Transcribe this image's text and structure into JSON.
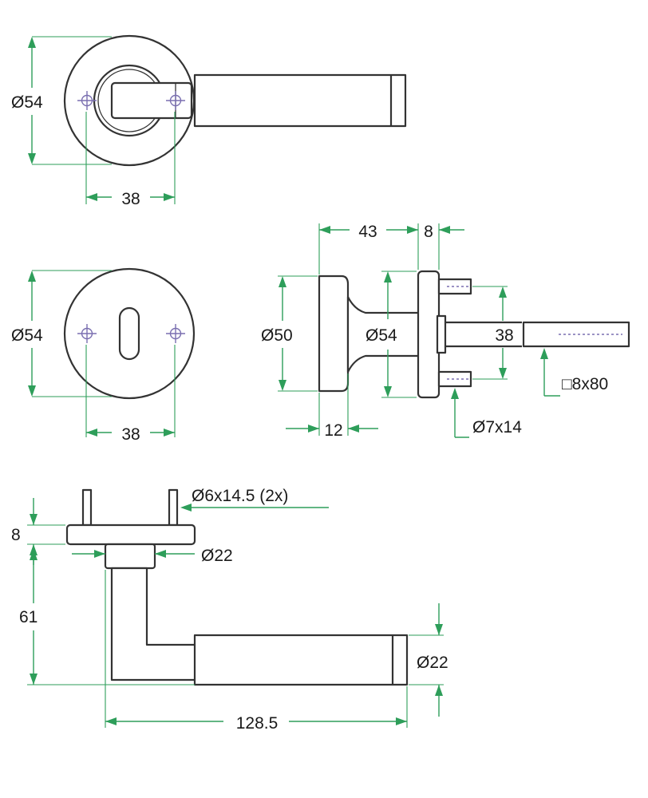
{
  "colors": {
    "outline": "#333333",
    "dimension": "#2e9e5a",
    "hidden": "#7a6fb0",
    "text": "#1a1a1a"
  },
  "view_rose_front": {
    "diameter_label": "Ø54",
    "hole_spacing_label": "38"
  },
  "view_escutcheon": {
    "diameter_label": "Ø54",
    "hole_spacing_label": "38"
  },
  "view_side": {
    "depth_label": "43",
    "plate_label": "8",
    "knob_diameter_label": "Ø50",
    "rose_diameter_label": "Ø54",
    "spacing_label": "38",
    "spindle_label": "□8x80",
    "thickness_label": "12",
    "screw_label": "Ø7x14"
  },
  "view_lever_side": {
    "screw_label": "Ø6x14.5 (2x)",
    "plate_label": "8",
    "neck_label": "Ø22",
    "height_label": "61",
    "grip_label": "Ø22",
    "length_label": "128.5"
  }
}
